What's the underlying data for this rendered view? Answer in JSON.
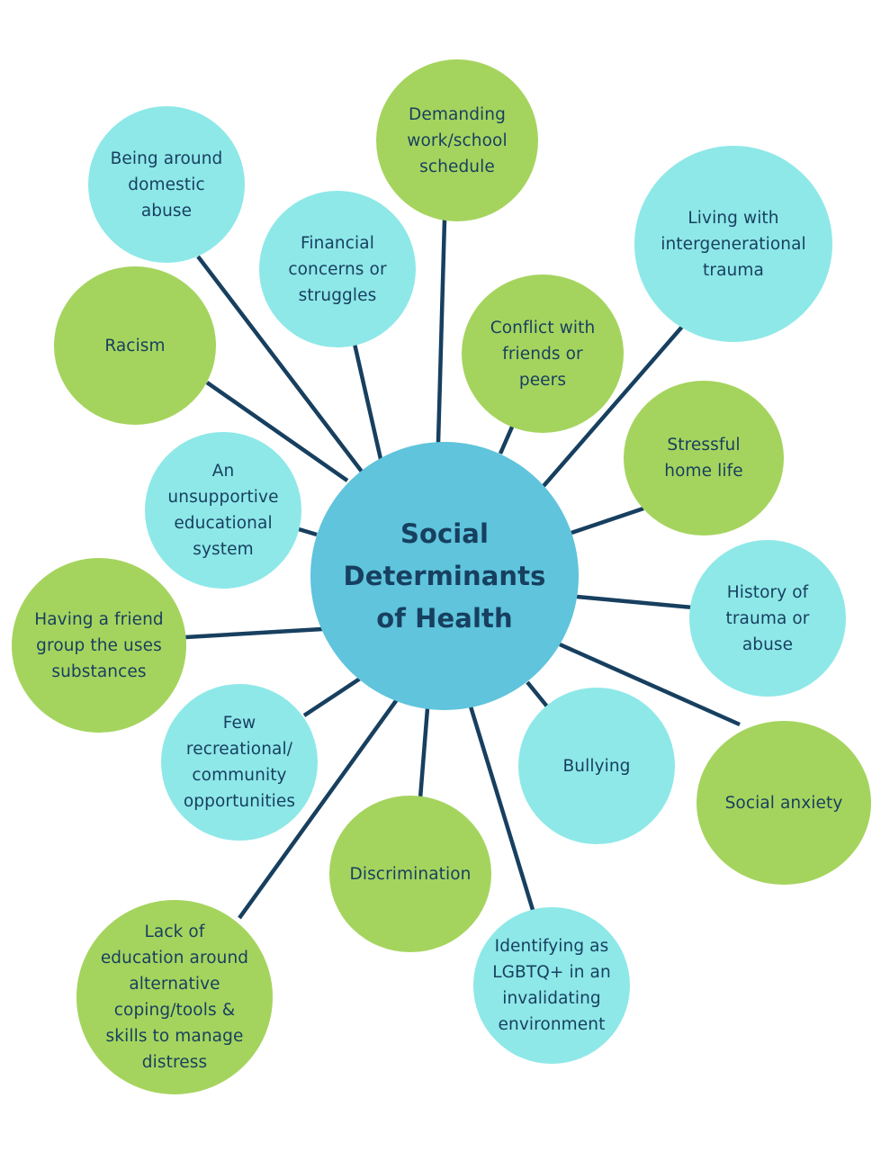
{
  "colors": {
    "green": "#a5d45e",
    "cyan": "#8ee8e8",
    "center": "#5fc4dc",
    "text": "#173f5f",
    "line": "#173f5f"
  },
  "center": {
    "label": "Social\nDeterminants\nof Health"
  },
  "nodes": [
    {
      "id": "demanding-schedule",
      "label": "Demanding\nwork/school\nschedule",
      "color": "green"
    },
    {
      "id": "domestic-abuse",
      "label": "Being around\ndomestic\nabuse",
      "color": "cyan"
    },
    {
      "id": "financial-concerns",
      "label": "Financial\nconcerns or\nstruggles",
      "color": "cyan"
    },
    {
      "id": "intergenerational-trauma",
      "label": "Living with\nintergenerational\ntrauma",
      "color": "cyan"
    },
    {
      "id": "conflict-peers",
      "label": "Conflict with\nfriends or\npeers",
      "color": "green"
    },
    {
      "id": "racism",
      "label": "Racism",
      "color": "green"
    },
    {
      "id": "stressful-home",
      "label": "Stressful\nhome life",
      "color": "green"
    },
    {
      "id": "unsupportive-education",
      "label": "An\nunsupportive\neducational\nsystem",
      "color": "cyan"
    },
    {
      "id": "history-trauma",
      "label": "History of\ntrauma or\nabuse",
      "color": "cyan"
    },
    {
      "id": "friend-substances",
      "label": "Having a friend\ngroup the uses\nsubstances",
      "color": "green"
    },
    {
      "id": "bullying",
      "label": "Bullying",
      "color": "cyan"
    },
    {
      "id": "social-anxiety",
      "label": "Social anxiety",
      "color": "green"
    },
    {
      "id": "few-recreational",
      "label": "Few\nrecreational/\ncommunity\nopportunities",
      "color": "cyan"
    },
    {
      "id": "discrimination",
      "label": "Discrimination",
      "color": "green"
    },
    {
      "id": "lgbtq-invalidating",
      "label": "Identifying as\nLGBTQ+ in an\ninvalidating\nenvironment",
      "color": "cyan"
    },
    {
      "id": "lack-education-coping",
      "label": "Lack of\neducation around\nalternative\ncoping/tools &\nskills to manage\ndistress",
      "color": "green"
    }
  ]
}
